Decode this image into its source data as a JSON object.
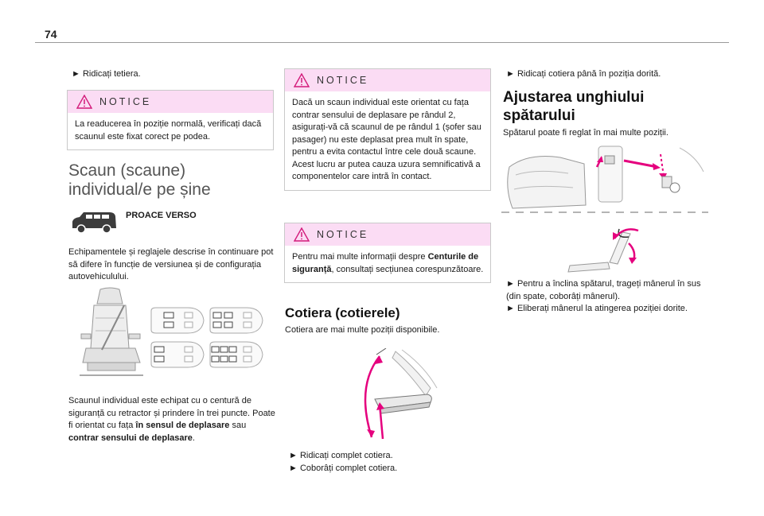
{
  "page": {
    "number": "74"
  },
  "col1": {
    "b1": "Ridicați tetiera.",
    "notice1": {
      "title": "NOTICE",
      "body": "La readucerea în poziție normală, verificați dacă scaunul este fixat corect pe podea."
    },
    "heading_l1": "Scaun (scaune)",
    "heading_l2": "individual/e pe șine",
    "model": "PROACE VERSO",
    "para1": "Echipamentele și reglajele descrise în continuare pot să difere în funcție de versiunea și de configurația autovehiculului.",
    "para2": {
      "t1": "Scaunul individual este echipat cu o centură de siguranță cu retractor și prindere în trei puncte. Poate fi orientat cu fața ",
      "b1": "în sensul de deplasare",
      "t2": " sau ",
      "b2": "contrar sensului de deplasare",
      "t3": "."
    }
  },
  "col2": {
    "notice2": {
      "title": "NOTICE",
      "body1": "Dacă un scaun individual este orientat cu fața contrar sensului de deplasare pe rândul 2, asigurați-vă că scaunul de pe rândul 1 (șofer sau pasager) nu este deplasat prea mult în spate, pentru a evita contactul între cele două scaune.",
      "body2": "Acest lucru ar putea cauza uzura semnificativă a componentelor care intră în contact."
    },
    "notice3": {
      "title": "NOTICE",
      "t1": "Pentru mai multe informații despre ",
      "b1": "Centurile de siguranță",
      "t2": ", consultați secțiunea corespunzătoare."
    },
    "heading": "Cotiera (cotierele)",
    "para": "Cotiera are mai multe poziții disponibile.",
    "b1": "Ridicați complet cotiera.",
    "b2": "Coborâți complet cotiera."
  },
  "col3": {
    "b1": "Ridicați cotiera până în poziția dorită.",
    "heading_l1": "Ajustarea unghiului",
    "heading_l2": "spătarului",
    "para": "Spătarul poate fi reglat în mai multe poziții.",
    "b2": "Pentru a înclina spătarul, trageți mânerul în sus (din spate, coborâți mânerul).",
    "b3": "Eliberați mânerul la atingerea poziției dorite."
  },
  "colors": {
    "notice_bg": "#fbdcf4",
    "accent": "#e5007e"
  }
}
